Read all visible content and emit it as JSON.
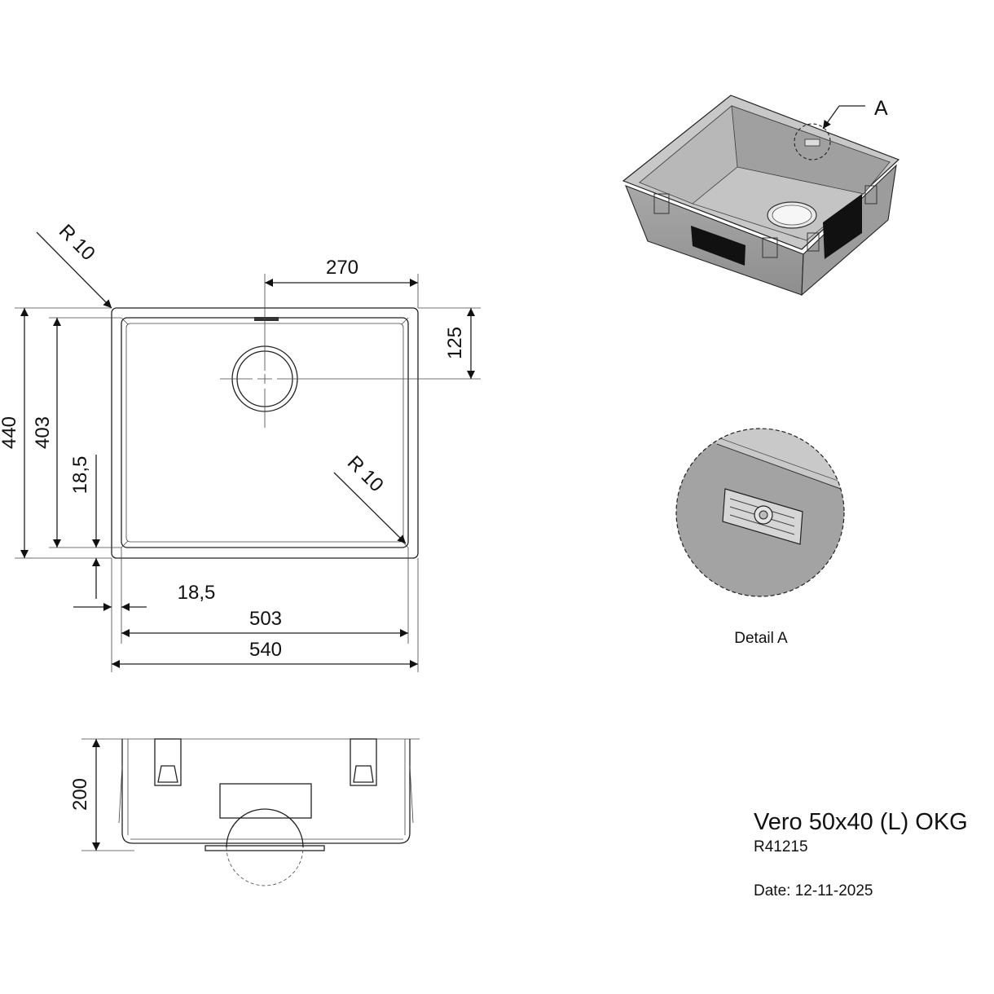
{
  "plan_view": {
    "radius_top_left": "R 10",
    "radius_inner": "R 10",
    "dim_drain_x": "270",
    "dim_drain_y": "125",
    "dim_outer_height": "440",
    "dim_inner_height": "403",
    "dim_rim_vertical": "18,5",
    "dim_rim_horizontal": "18,5",
    "dim_inner_width": "503",
    "dim_outer_width": "540"
  },
  "side_view": {
    "dim_depth": "200"
  },
  "iso_view": {
    "detail_marker": "A"
  },
  "detail_view": {
    "caption": "Detail A"
  },
  "title_block": {
    "product_name": "Vero 50x40 (L) OKG",
    "product_code": "R41215",
    "date_label": "Date:",
    "date_value": "12-11-2025"
  }
}
